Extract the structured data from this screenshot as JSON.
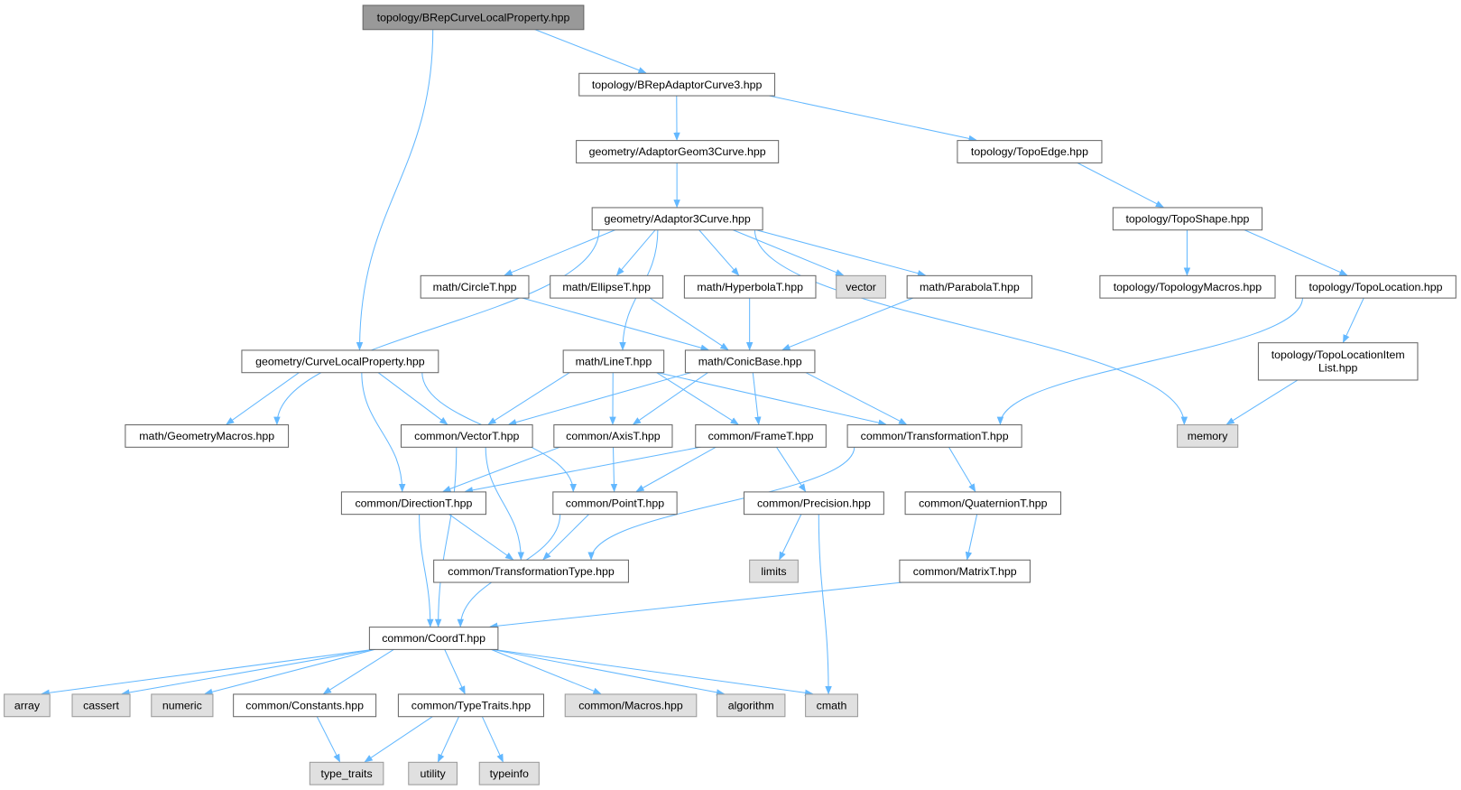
{
  "title": "topology/BRepCurveLocalProperty.hpp include dependency graph",
  "colors": {
    "edge": "#63b8ff",
    "root_fill": "#999999",
    "file_fill": "#ffffff",
    "system_fill": "#e0e0e0",
    "border": "#666666",
    "system_border": "#999999"
  },
  "nodes": [
    {
      "lines": [
        "topology/BRepCurveLocalProperty.hpp"
      ],
      "kind": "root"
    },
    {
      "lines": [
        "topology/BRepAdaptorCurve3.hpp"
      ],
      "kind": "file"
    },
    {
      "lines": [
        "geometry/AdaptorGeom3Curve.hpp"
      ],
      "kind": "file"
    },
    {
      "lines": [
        "topology/TopoEdge.hpp"
      ],
      "kind": "file"
    },
    {
      "lines": [
        "geometry/Adaptor3Curve.hpp"
      ],
      "kind": "file"
    },
    {
      "lines": [
        "topology/TopoShape.hpp"
      ],
      "kind": "file"
    },
    {
      "lines": [
        "math/CircleT.hpp"
      ],
      "kind": "file"
    },
    {
      "lines": [
        "math/EllipseT.hpp"
      ],
      "kind": "file"
    },
    {
      "lines": [
        "math/HyperbolaT.hpp"
      ],
      "kind": "file"
    },
    {
      "lines": [
        "vector"
      ],
      "kind": "system"
    },
    {
      "lines": [
        "math/ParabolaT.hpp"
      ],
      "kind": "file"
    },
    {
      "lines": [
        "topology/TopologyMacros.hpp"
      ],
      "kind": "file"
    },
    {
      "lines": [
        "topology/TopoLocation.hpp"
      ],
      "kind": "file"
    },
    {
      "lines": [
        "geometry/CurveLocalProperty.hpp"
      ],
      "kind": "file"
    },
    {
      "lines": [
        "math/LineT.hpp"
      ],
      "kind": "file"
    },
    {
      "lines": [
        "math/ConicBase.hpp"
      ],
      "kind": "file"
    },
    {
      "lines": [
        "topology/TopoLocationItem",
        "List.hpp"
      ],
      "kind": "file"
    },
    {
      "lines": [
        "math/GeometryMacros.hpp"
      ],
      "kind": "file"
    },
    {
      "lines": [
        "common/VectorT.hpp"
      ],
      "kind": "file"
    },
    {
      "lines": [
        "common/AxisT.hpp"
      ],
      "kind": "file"
    },
    {
      "lines": [
        "common/FrameT.hpp"
      ],
      "kind": "file"
    },
    {
      "lines": [
        "common/TransformationT.hpp"
      ],
      "kind": "file"
    },
    {
      "lines": [
        "memory"
      ],
      "kind": "system"
    },
    {
      "lines": [
        "common/DirectionT.hpp"
      ],
      "kind": "file"
    },
    {
      "lines": [
        "common/PointT.hpp"
      ],
      "kind": "file"
    },
    {
      "lines": [
        "common/Precision.hpp"
      ],
      "kind": "file"
    },
    {
      "lines": [
        "common/QuaternionT.hpp"
      ],
      "kind": "file"
    },
    {
      "lines": [
        "common/TransformationType.hpp"
      ],
      "kind": "file"
    },
    {
      "lines": [
        "limits"
      ],
      "kind": "system"
    },
    {
      "lines": [
        "common/MatrixT.hpp"
      ],
      "kind": "file"
    },
    {
      "lines": [
        "common/CoordT.hpp"
      ],
      "kind": "file"
    },
    {
      "lines": [
        "array"
      ],
      "kind": "system"
    },
    {
      "lines": [
        "cassert"
      ],
      "kind": "system"
    },
    {
      "lines": [
        "numeric"
      ],
      "kind": "system"
    },
    {
      "lines": [
        "common/Constants.hpp"
      ],
      "kind": "file"
    },
    {
      "lines": [
        "common/TypeTraits.hpp"
      ],
      "kind": "file"
    },
    {
      "lines": [
        "common/Macros.hpp"
      ],
      "kind": "system"
    },
    {
      "lines": [
        "algorithm"
      ],
      "kind": "system"
    },
    {
      "lines": [
        "cmath"
      ],
      "kind": "system"
    },
    {
      "lines": [
        "type_traits"
      ],
      "kind": "system"
    },
    {
      "lines": [
        "utility"
      ],
      "kind": "system"
    },
    {
      "lines": [
        "typeinfo"
      ],
      "kind": "system"
    }
  ],
  "edges": [
    [
      0,
      1
    ],
    [
      0,
      13
    ],
    [
      1,
      2
    ],
    [
      1,
      3
    ],
    [
      2,
      4
    ],
    [
      3,
      5
    ],
    [
      4,
      6
    ],
    [
      4,
      7
    ],
    [
      4,
      8
    ],
    [
      4,
      9
    ],
    [
      4,
      10
    ],
    [
      4,
      14
    ],
    [
      4,
      17
    ],
    [
      4,
      22
    ],
    [
      5,
      11
    ],
    [
      5,
      12
    ],
    [
      6,
      15
    ],
    [
      7,
      15
    ],
    [
      8,
      15
    ],
    [
      10,
      15
    ],
    [
      12,
      16
    ],
    [
      12,
      21
    ],
    [
      13,
      17
    ],
    [
      13,
      18
    ],
    [
      13,
      23
    ],
    [
      13,
      24
    ],
    [
      14,
      18
    ],
    [
      14,
      19
    ],
    [
      14,
      20
    ],
    [
      14,
      21
    ],
    [
      15,
      18
    ],
    [
      15,
      19
    ],
    [
      15,
      20
    ],
    [
      15,
      21
    ],
    [
      16,
      22
    ],
    [
      18,
      27
    ],
    [
      18,
      30
    ],
    [
      19,
      23
    ],
    [
      19,
      24
    ],
    [
      20,
      23
    ],
    [
      20,
      24
    ],
    [
      20,
      25
    ],
    [
      21,
      26
    ],
    [
      21,
      27
    ],
    [
      23,
      27
    ],
    [
      23,
      30
    ],
    [
      24,
      27
    ],
    [
      24,
      30
    ],
    [
      25,
      28
    ],
    [
      25,
      38
    ],
    [
      26,
      29
    ],
    [
      29,
      30
    ],
    [
      30,
      31
    ],
    [
      30,
      32
    ],
    [
      30,
      33
    ],
    [
      30,
      34
    ],
    [
      30,
      35
    ],
    [
      30,
      36
    ],
    [
      30,
      37
    ],
    [
      30,
      38
    ],
    [
      34,
      39
    ],
    [
      35,
      39
    ],
    [
      35,
      40
    ],
    [
      35,
      41
    ]
  ]
}
